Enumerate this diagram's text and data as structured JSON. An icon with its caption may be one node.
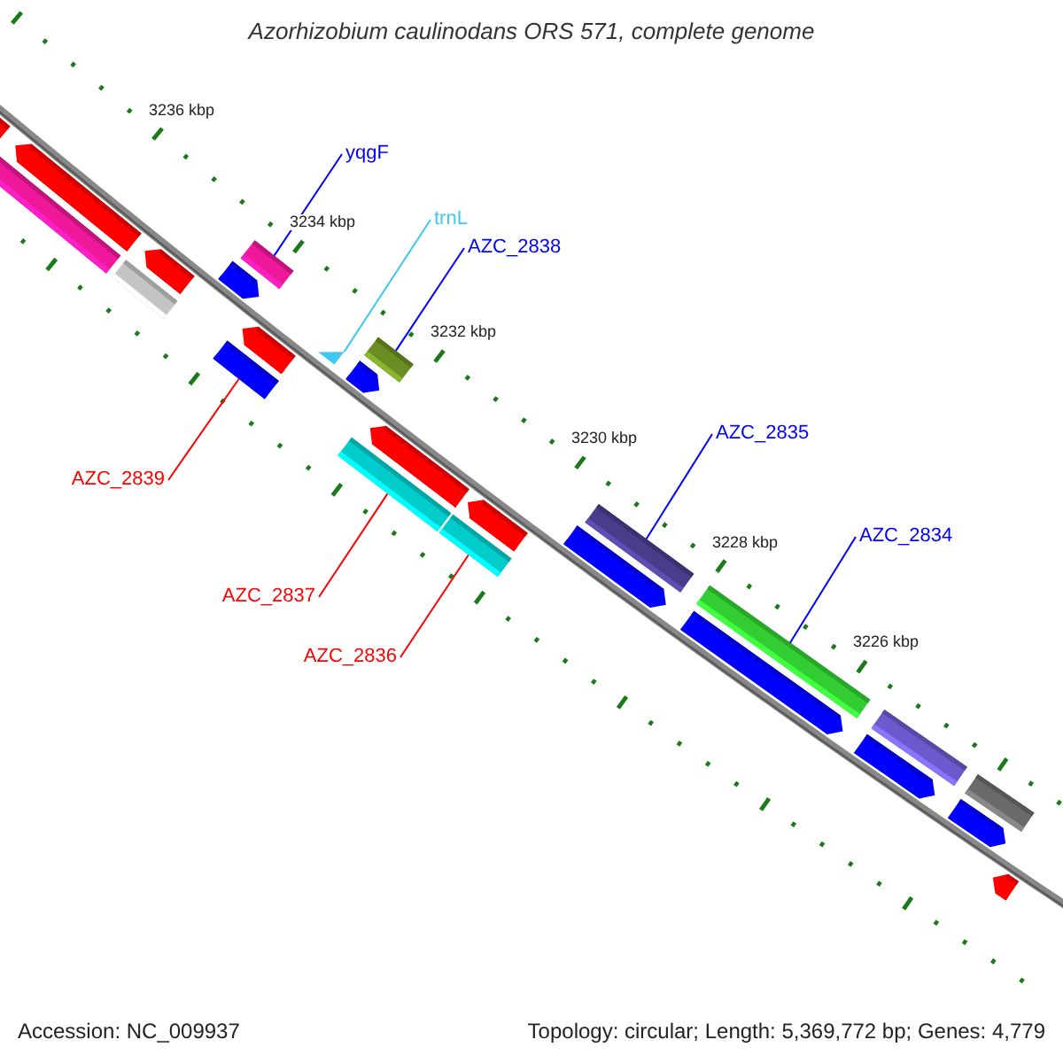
{
  "diagram": {
    "title": "Azorhizobium caulinodans ORS 571, complete genome",
    "nodes": [
      {
        "text": [
          "yqgF"
        ]
      },
      {
        "text": [],
        "shape": "bar"
      },
      {
        "text": [
          "trnL"
        ]
      },
      {
        "text": [],
        "shape": "triangle"
      },
      {
        "text": [
          "AZC_2838"
        ]
      },
      {
        "text": [],
        "shape": "bar"
      },
      {
        "text": [
          "AZC_2839"
        ]
      },
      {
        "text": [],
        "shape": "bar"
      },
      {
        "text": [
          "AZC_2837"
        ]
      },
      {
        "text": [],
        "shape": "bar"
      },
      {
        "text": [
          "AZC_2836"
        ]
      },
      {
        "text": [],
        "shape": "bar"
      },
      {
        "text": [
          "AZC_2835"
        ]
      },
      {
        "text": [],
        "shape": "bar"
      },
      {
        "text": [
          "AZC_2834"
        ]
      },
      {
        "text": [],
        "shape": "bar"
      }
    ],
    "edges": [
      {
        "from": 0,
        "to": 1,
        "arrow": "none"
      },
      {
        "from": 2,
        "to": 3,
        "arrow": "none",
        "color": "#40c8f0"
      },
      {
        "from": 4,
        "to": 5,
        "arrow": "none"
      },
      {
        "from": 6,
        "to": 7,
        "arrow": "none",
        "color": "#ff0000"
      },
      {
        "from": 8,
        "to": 9,
        "arrow": "none",
        "color": "#ff0000"
      },
      {
        "from": 10,
        "to": 11,
        "arrow": "none",
        "color": "#ff0000"
      },
      {
        "from": 12,
        "to": 13,
        "arrow": "none"
      },
      {
        "from": 14,
        "to": 15,
        "arrow": "none"
      }
    ],
    "labels": [
      "3236 kbp",
      "3234 kbp",
      "3232 kbp",
      "3230 kbp",
      "3228 kbp",
      "3226 kbp",
      "Accession: NC_009937",
      "Topology: circular; Length: 5,369,772 bp; Genes: 4,779"
    ]
  }
}
